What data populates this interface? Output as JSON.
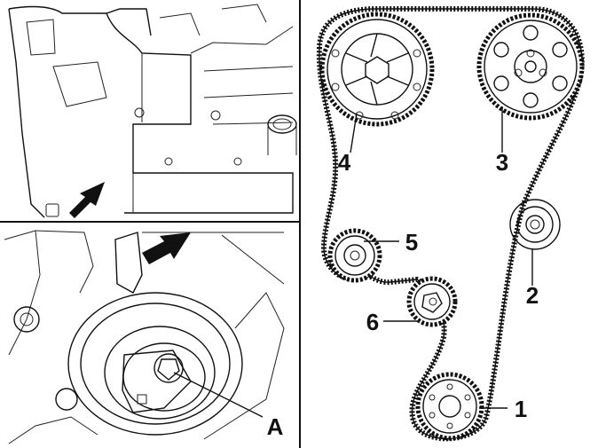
{
  "figure": {
    "callouts": {
      "pulley_1": "1",
      "pulley_2": "2",
      "pulley_3": "3",
      "pulley_4": "4",
      "pulley_5": "5",
      "pulley_6": "6",
      "bolt_a": "A"
    }
  }
}
